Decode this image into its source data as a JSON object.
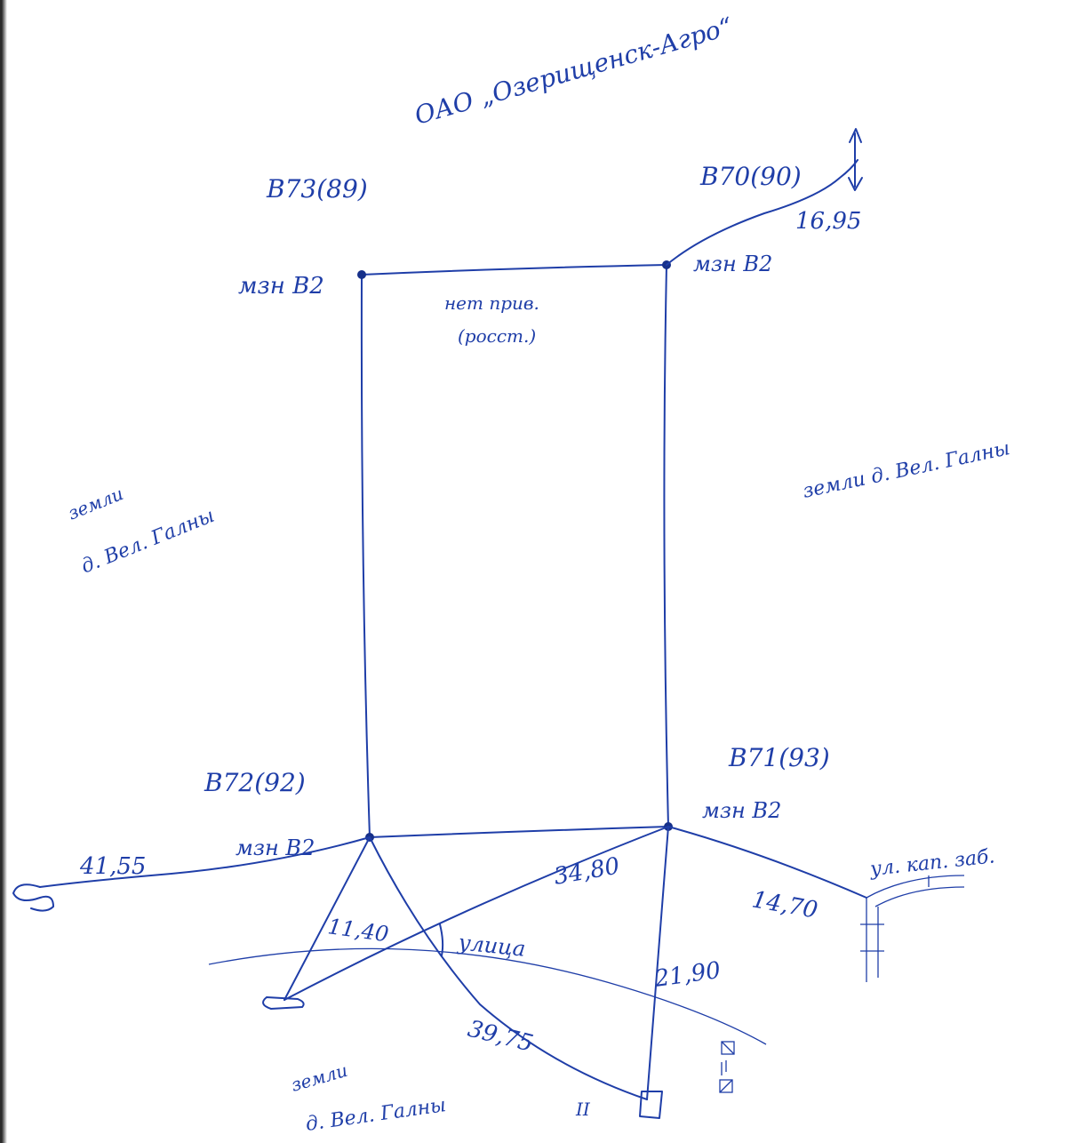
{
  "header": {
    "company": "ОАО „Озерищенск-Агро“"
  },
  "points": {
    "nw": {
      "id": "B73(89)",
      "mark": "мзн В2"
    },
    "ne": {
      "id": "B70(90)",
      "mark": "мзн В2"
    },
    "sw": {
      "id": "B72(92)",
      "mark": "мзн В2"
    },
    "se": {
      "id": "B71(93)",
      "mark": "мзн В2"
    }
  },
  "labels": {
    "north_side_1": "нет прив.",
    "north_side_2": "(росст.)",
    "west_lands_1": "земли",
    "west_lands_2": "д. Вел. Галны",
    "east_lands": "земли д. Вел. Галны",
    "south_lands_1": "земли",
    "south_lands_2": "д. Вел. Галны",
    "road": "улица",
    "fence": "ул. кап. заб.",
    "pole": "II"
  },
  "distances": {
    "ne_ref": "16,95",
    "sw_west": "41,55",
    "sw_diag": "11,40",
    "se_diag": "34,80",
    "se_east": "14,70",
    "se_south": "21,90",
    "sw_south": "39,75"
  }
}
